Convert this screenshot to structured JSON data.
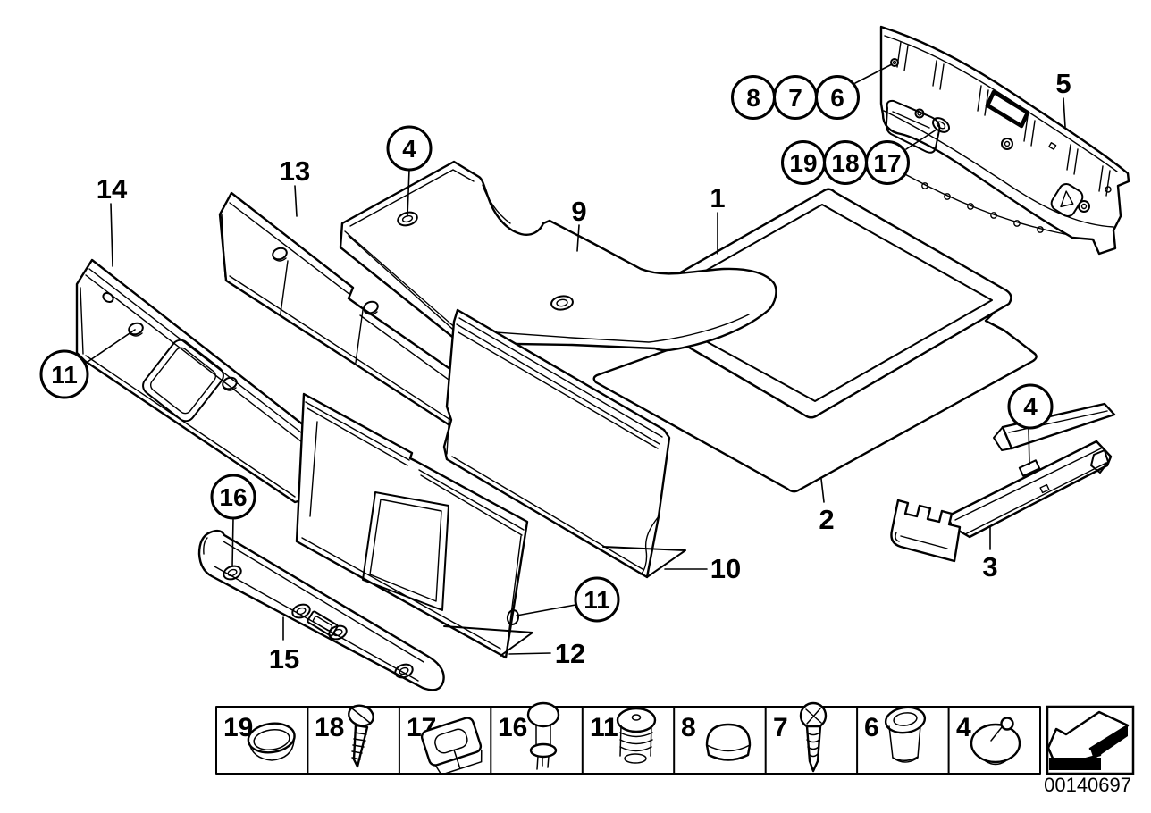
{
  "document": {
    "number": "00140697"
  },
  "colors": {
    "line": "#000000",
    "background": "#ffffff"
  },
  "callouts": {
    "plain": [
      {
        "label": "14"
      },
      {
        "label": "13"
      },
      {
        "label": "9"
      },
      {
        "label": "5"
      },
      {
        "label": "1"
      },
      {
        "label": "2"
      },
      {
        "label": "3"
      },
      {
        "label": "10"
      },
      {
        "label": "12"
      },
      {
        "label": "15"
      }
    ],
    "circled": [
      {
        "label": "4"
      },
      {
        "label": "8"
      },
      {
        "label": "7"
      },
      {
        "label": "6"
      },
      {
        "label": "19"
      },
      {
        "label": "18"
      },
      {
        "label": "17"
      },
      {
        "label": "11"
      },
      {
        "label": "16"
      },
      {
        "label": "11"
      },
      {
        "label": "4"
      }
    ]
  },
  "legend": {
    "items": [
      {
        "number": "19",
        "icon": "plug-cap-icon"
      },
      {
        "number": "18",
        "icon": "slotted-screw-icon"
      },
      {
        "number": "17",
        "icon": "cage-clip-icon"
      },
      {
        "number": "16",
        "icon": "expansion-rivet-icon"
      },
      {
        "number": "11",
        "icon": "expanding-plug-icon"
      },
      {
        "number": "8",
        "icon": "dome-cap-icon"
      },
      {
        "number": "7",
        "icon": "phillips-screw-icon"
      },
      {
        "number": "6",
        "icon": "oval-grommet-icon"
      },
      {
        "number": "4",
        "icon": "toggle-plug-icon"
      }
    ],
    "direction_icon": "direction-arrow-icon"
  }
}
